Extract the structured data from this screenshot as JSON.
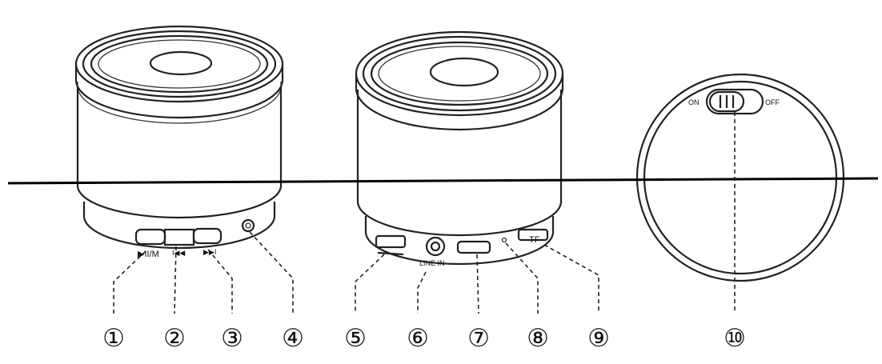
{
  "front_speaker": {
    "play_pause_label": "▶II/M",
    "prev_label": "I◀◀",
    "next_label": "▶▶I"
  },
  "back_speaker": {
    "line_in_label": "LINE IN",
    "tf_label": "TF"
  },
  "bottom_view": {
    "on_label": "ON",
    "off_label": "OFF"
  },
  "callouts": [
    "①",
    "②",
    "③",
    "④",
    "⑤",
    "⑥",
    "⑦",
    "⑧",
    "⑨",
    "⑩"
  ],
  "colors": {
    "line": "#222222",
    "background": "#ffffff"
  }
}
